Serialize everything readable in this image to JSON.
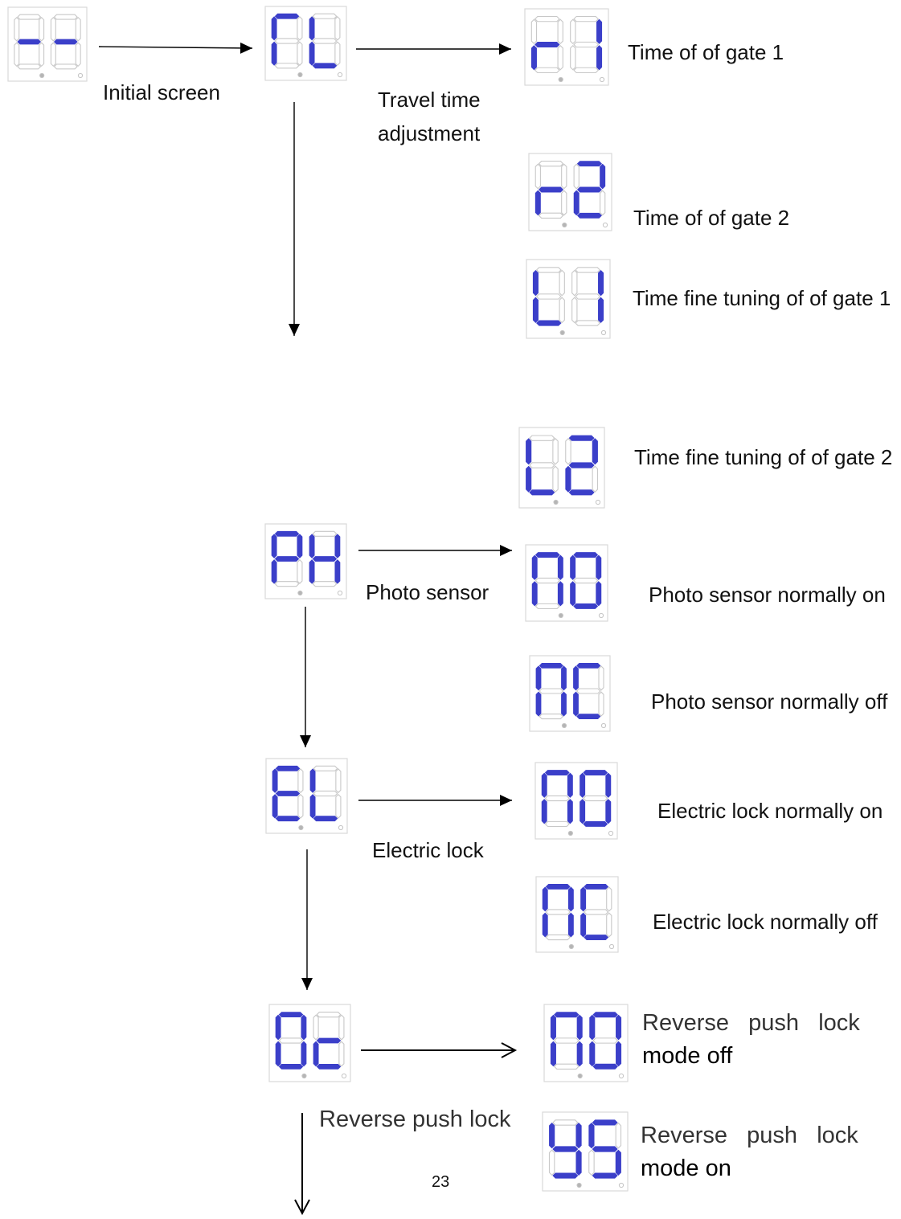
{
  "colors": {
    "segment_on": "#3b3fc9",
    "segment_off_stroke": "#c8c8c8",
    "frame": "#d9d9d9",
    "arrow": "#000000"
  },
  "displays": [
    {
      "id": "initial",
      "chars": [
        "-",
        "-"
      ]
    },
    {
      "id": "tl",
      "chars": [
        "T",
        "L"
      ]
    },
    {
      "id": "r1",
      "chars": [
        "r",
        "1"
      ]
    },
    {
      "id": "r2",
      "chars": [
        "r",
        "2"
      ]
    },
    {
      "id": "l1",
      "chars": [
        "L",
        "1"
      ]
    },
    {
      "id": "l2",
      "chars": [
        "L",
        "2"
      ]
    },
    {
      "id": "ph",
      "chars": [
        "P",
        "H"
      ]
    },
    {
      "id": "ph-no",
      "chars": [
        "N",
        "O"
      ]
    },
    {
      "id": "ph-nc",
      "chars": [
        "N",
        "C"
      ]
    },
    {
      "id": "el",
      "chars": [
        "E",
        "L"
      ]
    },
    {
      "id": "el-no",
      "chars": [
        "N",
        "O"
      ]
    },
    {
      "id": "el-nc",
      "chars": [
        "N",
        "C"
      ]
    },
    {
      "id": "oc",
      "chars": [
        "O",
        "c"
      ]
    },
    {
      "id": "oc-no",
      "chars": [
        "N",
        "O"
      ]
    },
    {
      "id": "oc-ys",
      "chars": [
        "Y",
        "S"
      ]
    }
  ],
  "labels": {
    "initial_screen": "Initial screen",
    "travel_time_line1": "Travel  time",
    "travel_time_line2": "adjustment",
    "time_gate1": "Time of of gate 1",
    "time_gate2": "Time of of gate 2",
    "fine_gate1": "Time fine tuning of of gate 1",
    "fine_gate2": "Time fine tuning of of gate 2",
    "photo_sensor": "Photo sensor",
    "photo_on": "Photo sensor normally on",
    "photo_off": "Photo sensor normally off",
    "electric_lock": "Electric lock",
    "lock_on": "Electric lock normally on",
    "lock_off": "Electric lock normally off",
    "reverse_push_lock": "Reverse push lock",
    "rpl_off_line1": "Reverse   push   lock",
    "rpl_off_line2": "mode off",
    "rpl_on_line1": "Reverse   push   lock",
    "rpl_on_line2": "mode on"
  },
  "page_number": "23"
}
